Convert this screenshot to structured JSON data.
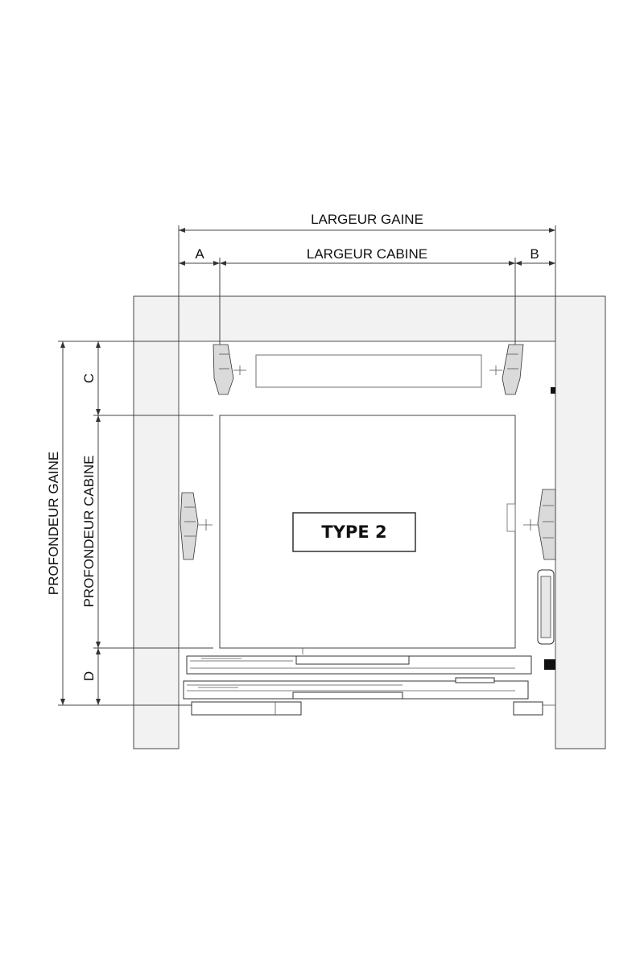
{
  "labels": {
    "largeur_gaine": "LARGEUR GAINE",
    "largeur_cabine": "LARGEUR CABINE",
    "dim_a": "A",
    "dim_b": "B",
    "dim_c": "C",
    "dim_d": "D",
    "profondeur_gaine": "PROFONDEUR GAINE",
    "profondeur_cabine": "PROFONDEUR CABINE",
    "type": "TYPE 2"
  }
}
